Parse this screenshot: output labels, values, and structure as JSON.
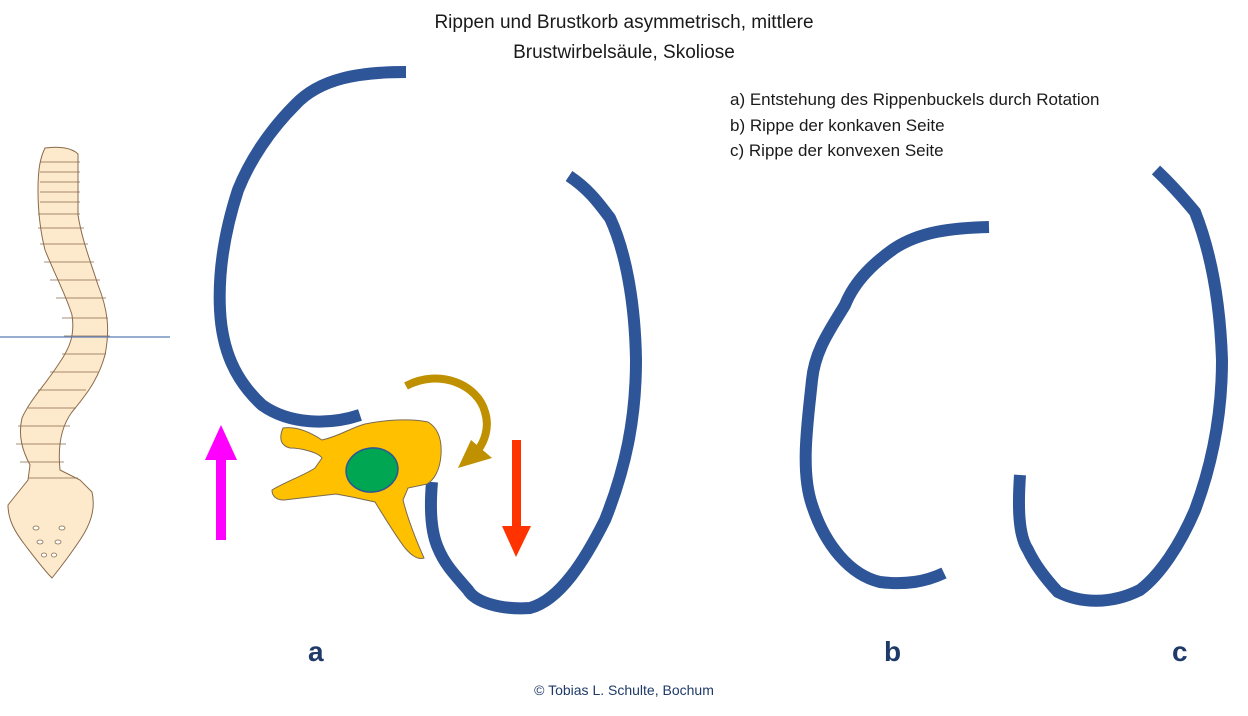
{
  "title": {
    "line1": "Rippen und Brustkorb asymmetrisch, mittlere",
    "line2": "Brustwirbelsäule, Skoliose"
  },
  "legend": {
    "a": "a)  Entstehung des Rippenbuckels durch Rotation",
    "b": "b)  Rippe der konkaven Seite",
    "c": "c)  Rippe der konvexen Seite"
  },
  "labels": {
    "a": "a",
    "b": "b",
    "c": "c"
  },
  "copyright": "© Tobias L. Schulte,  Bochum",
  "colors": {
    "rib": "#2e5597",
    "vertebra": "#ffc000",
    "vertebral_body": "#00a651",
    "rotation_arrow": "#bf9000",
    "down_arrow": "#ff3300",
    "up_arrow": "#ff00ff",
    "spine_fill": "#fde9cc",
    "spine_stroke": "#8a6a4a",
    "level_line": "#5b7db5",
    "text_dark": "#1f3a68"
  }
}
